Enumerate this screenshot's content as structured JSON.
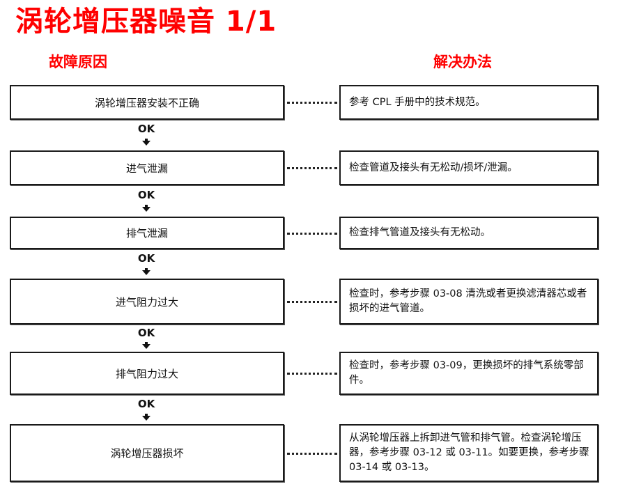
{
  "title": "涡轮增压器噪音  1/1",
  "columns": {
    "cause": "故障原因",
    "fix": "解决办法"
  },
  "ok_label": "OK",
  "steps": [
    {
      "cause": "涡轮增压器安装不正确",
      "fix": "参考 CPL 手册中的技术规范。"
    },
    {
      "cause": "进气泄漏",
      "fix": "检查管道及接头有无松动/损坏/泄漏。"
    },
    {
      "cause": "排气泄漏",
      "fix": "检查排气管道及接头有无松动。"
    },
    {
      "cause": "进气阻力过大",
      "fix": "检查时，参考步骤 03-08 清洗或者更换滤清器芯或者损坏的进气管道。"
    },
    {
      "cause": "排气阻力过大",
      "fix": "检查时，参考步骤 03-09，更换损坏的排气系统零部件。"
    },
    {
      "cause": "涡轮增压器损坏",
      "fix": "从涡轮增压器上拆卸进气管和排气管。检查涡轮增压器，参考步骤 03-12 或 03-11。如要更换，参考步骤 03-14 或 03-13。"
    }
  ],
  "colors": {
    "title": "#ff0000",
    "border": "#1a1a1a"
  }
}
